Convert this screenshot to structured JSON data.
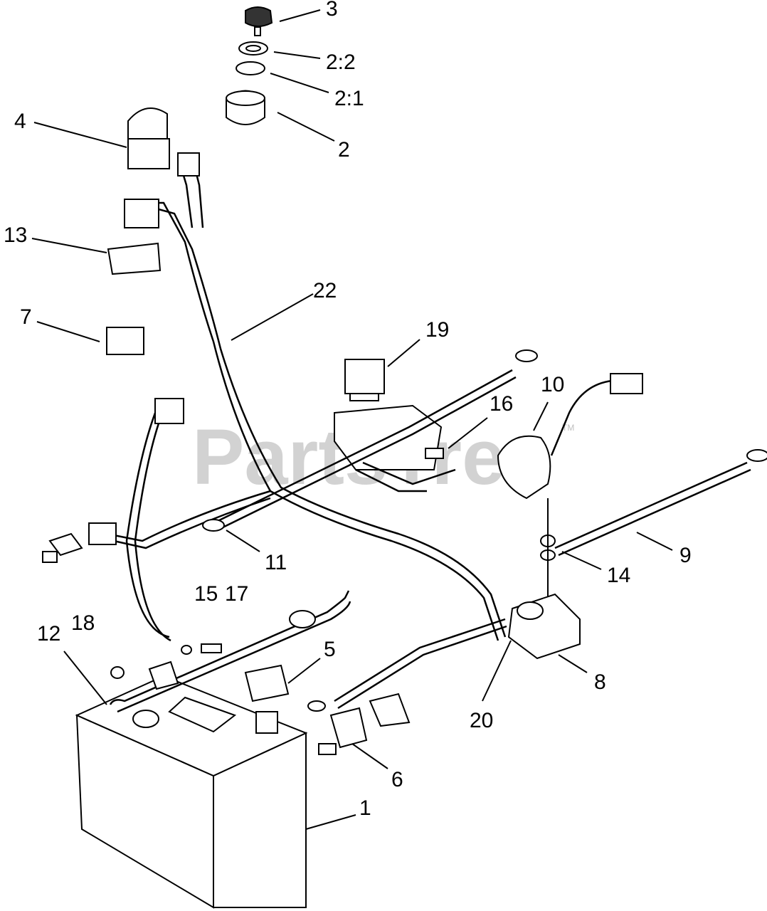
{
  "watermark": {
    "text": "PartsTree",
    "tm": "TM"
  },
  "callouts": {
    "c3": "3",
    "c2_2": "2:2",
    "c2_1": "2:1",
    "c2": "2",
    "c4": "4",
    "c13": "13",
    "c22": "22",
    "c7": "7",
    "c19": "19",
    "c10": "10",
    "c16": "16",
    "c11": "11",
    "c9": "9",
    "c14": "14",
    "c15": "15",
    "c17": "17",
    "c18": "18",
    "c12": "12",
    "c5": "5",
    "c8": "8",
    "c20": "20",
    "c6": "6",
    "c1": "1"
  }
}
